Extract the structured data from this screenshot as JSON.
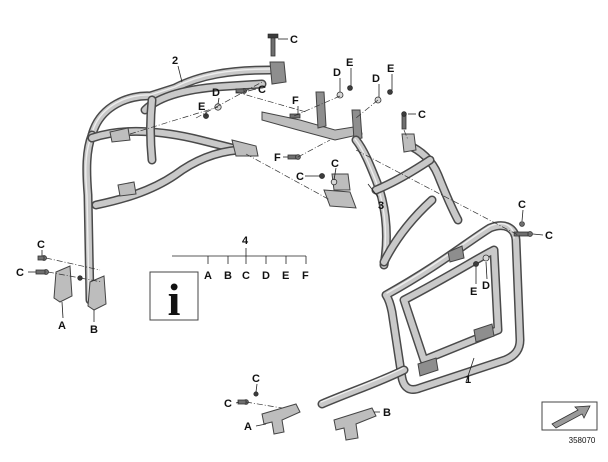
{
  "callouts": {
    "part_1": "1",
    "part_2": "2",
    "part_3": "3",
    "part_4": "4",
    "A": "A",
    "B": "B",
    "C": "C",
    "D": "D",
    "E": "E",
    "F": "F"
  },
  "legend": {
    "group_number": "4",
    "items": [
      "A",
      "B",
      "C",
      "D",
      "E",
      "F"
    ]
  },
  "info_icon": "i",
  "diagram_number": "358070"
}
